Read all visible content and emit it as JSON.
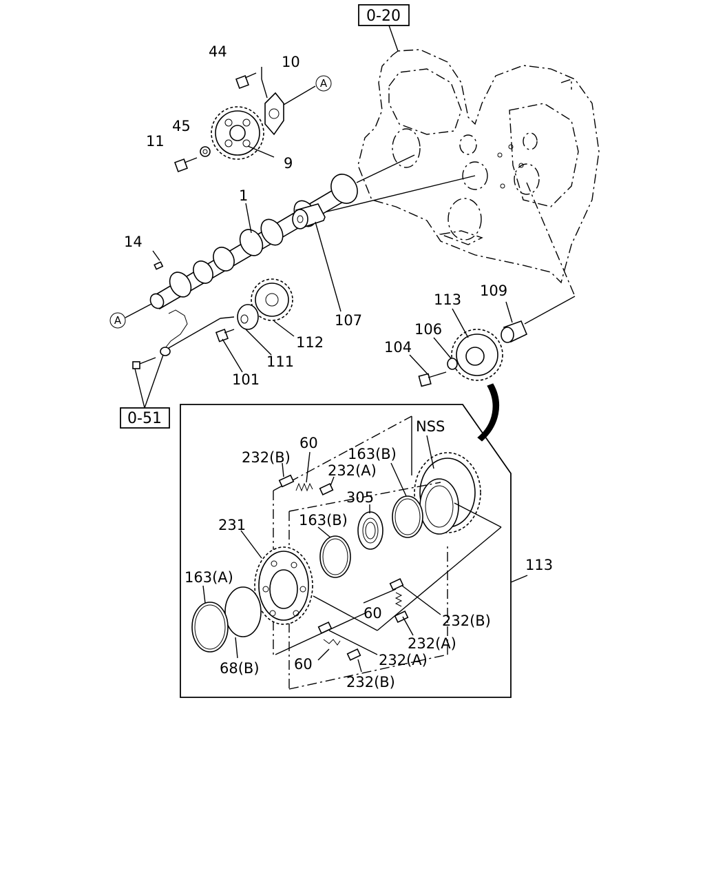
{
  "diagram": {
    "references": {
      "top": "0-20",
      "left": "0-51"
    },
    "circle_marker": "A",
    "labels": {
      "p44": "44",
      "p10": "10",
      "p45": "45",
      "p11": "11",
      "p9": "9",
      "p1": "1",
      "p14": "14",
      "p107": "107",
      "p112": "112",
      "p111": "111",
      "p101": "101",
      "p113": "113",
      "p109": "109",
      "p106": "106",
      "p104": "104",
      "nss": "NSS",
      "d60a": "60",
      "d232b_a": "232(B)",
      "d232a_a": "232(A)",
      "d163b_a": "163(B)",
      "d305": "305",
      "d231": "231",
      "d163b_b": "163(B)",
      "d113": "113",
      "d163a": "163(A)",
      "d60b": "60",
      "d232b_b": "232(B)",
      "d232a_b": "232(A)",
      "d68b": "68(B)",
      "d60c": "60",
      "d232a_c": "232(A)",
      "d232b_c": "232(B)"
    }
  }
}
